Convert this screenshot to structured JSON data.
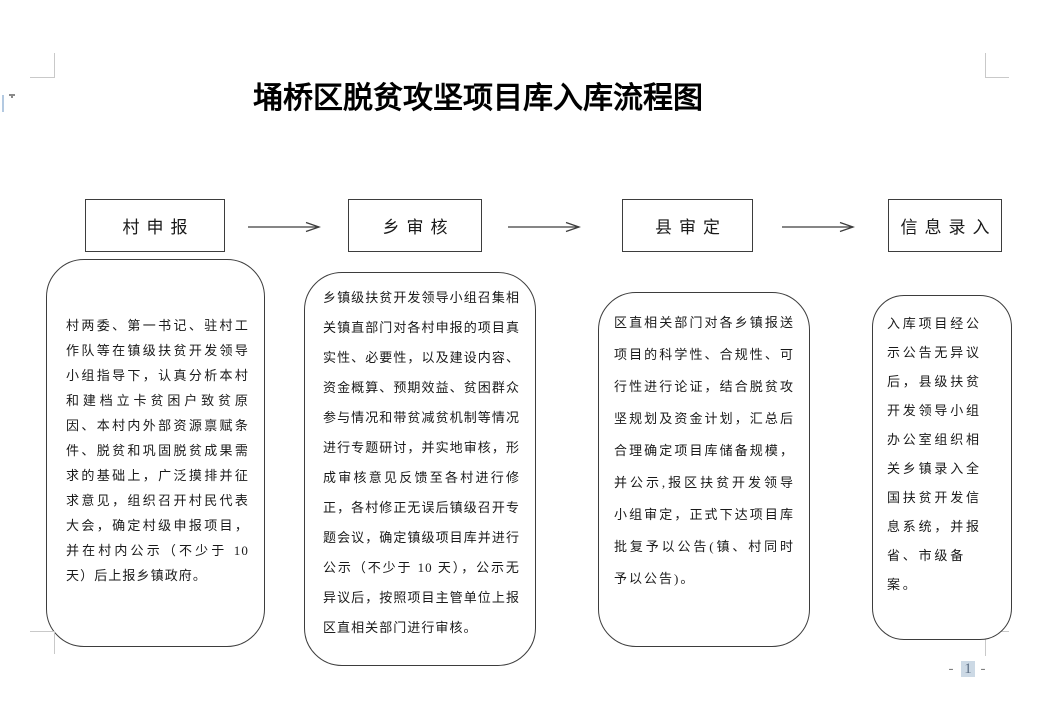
{
  "page": {
    "title": "埇桥区脱贫攻坚项目库入库流程图",
    "footer": {
      "dash": "-",
      "page_number": "1"
    }
  },
  "flow": {
    "connector_icon": "arrow-right",
    "stages": [
      {
        "label": "村申报",
        "detail": "村两委、第一书记、驻村工作队等在镇级扶贫开发领导小组指导下，认真分析本村和建档立卡贫困户致贫原因、本村内外部资源禀赋条件、脱贫和巩固脱贫成果需求的基础上，广泛摸排并征求意见，组织召开村民代表大会，确定村级申报项目，并在村内公示（不少于 10 天）后上报乡镇政府。"
      },
      {
        "label": "乡审核",
        "detail": "乡镇级扶贫开发领导小组召集相关镇直部门对各村申报的项目真实性、必要性，以及建设内容、资金概算、预期效益、贫困群众参与情况和带贫减贫机制等情况进行专题研讨，并实地审核，形成审核意见反馈至各村进行修正，各村修正无误后镇级召开专题会议，确定镇级项目库并进行公示（不少于 10 天），公示无异议后，按照项目主管单位上报区直相关部门进行审核。"
      },
      {
        "label": "县审定",
        "detail": "区直相关部门对各乡镇报送项目的科学性、合规性、可行性进行论证，结合脱贫攻坚规划及资金计划，汇总后合理确定项目库储备规模，并公示,报区扶贫开发领导小组审定，正式下达项目库批复予以公告(镇、村同时予以公告)。"
      },
      {
        "label": "信息录入",
        "detail": "入库项目经公示公告无异议后，县级扶贫开发领导小组办公室组织相关乡镇录入全国扶贫开发信息系统，并报省、市级备案。"
      }
    ]
  },
  "colors": {
    "shape_line": "#3d3d3d",
    "text": "#1a1a1a",
    "boundary_mark": "#c9c9c9",
    "field_shading": "#ccd9e5",
    "margin_bar": "#b3c9e1"
  }
}
